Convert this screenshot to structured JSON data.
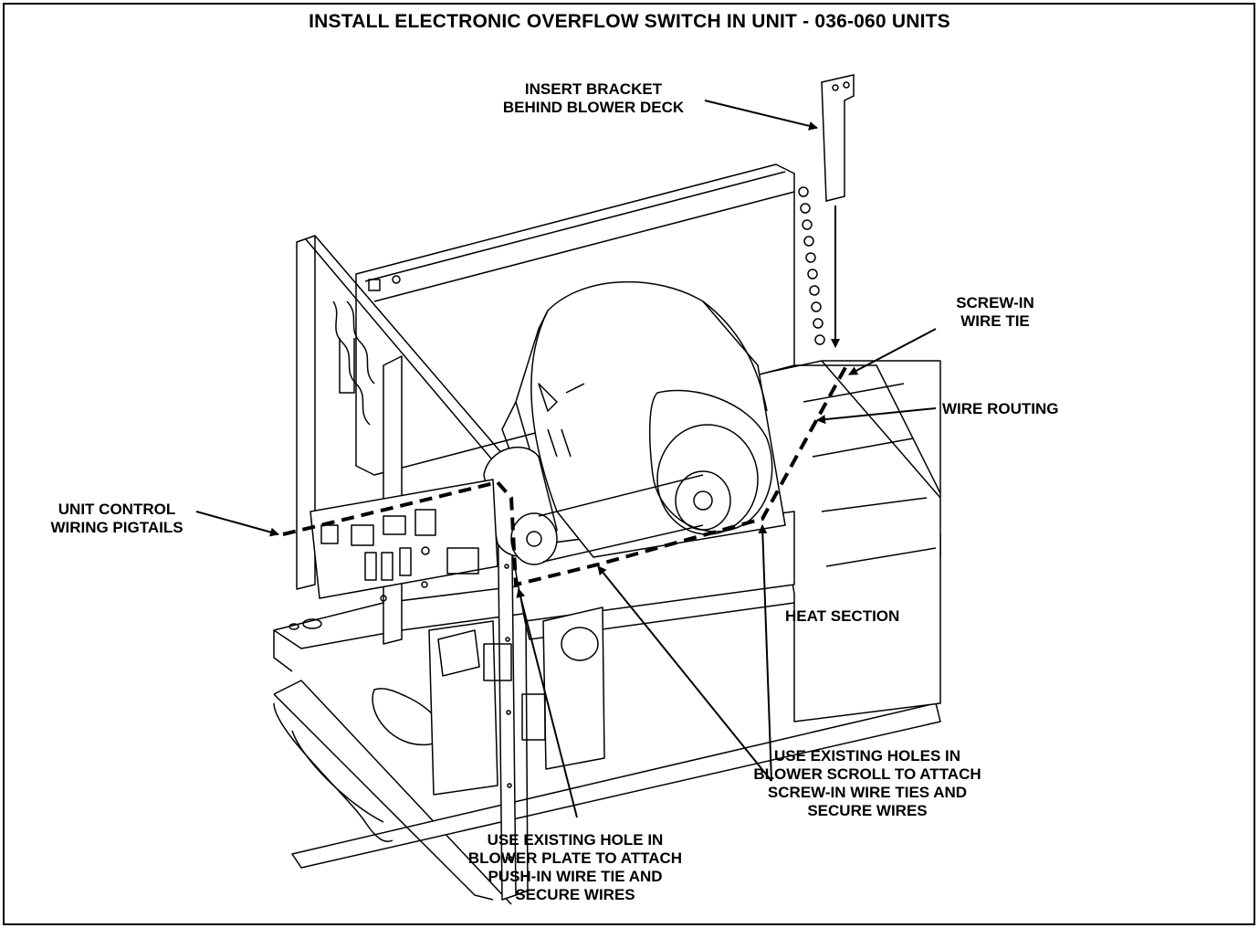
{
  "title": "INSTALL ELECTRONIC OVERFLOW SWITCH IN UNIT - 036-060 UNITS",
  "callouts": {
    "insert_bracket": [
      "INSERT BRACKET",
      "BEHIND BLOWER DECK"
    ],
    "screw_in_wire_tie": [
      "SCREW-IN",
      "WIRE TIE"
    ],
    "wire_routing": [
      "WIRE ROUTING"
    ],
    "unit_control": [
      "UNIT CONTROL",
      "WIRING PIGTAILS"
    ],
    "heat_section": [
      "HEAT SECTION"
    ],
    "blower_scroll_holes": [
      "USE EXISTING HOLES IN",
      "BLOWER SCROLL TO ATTACH",
      "SCREW-IN WIRE TIES AND",
      "SECURE WIRES"
    ],
    "blower_plate_hole": [
      "USE EXISTING HOLE IN",
      "BLOWER PLATE TO ATTACH",
      "PUSH-IN WIRE TIE AND",
      "SECURE WIRES"
    ]
  },
  "colors": {
    "ink": "#000000",
    "paper": "#ffffff",
    "shade": "#e6e6e6"
  }
}
